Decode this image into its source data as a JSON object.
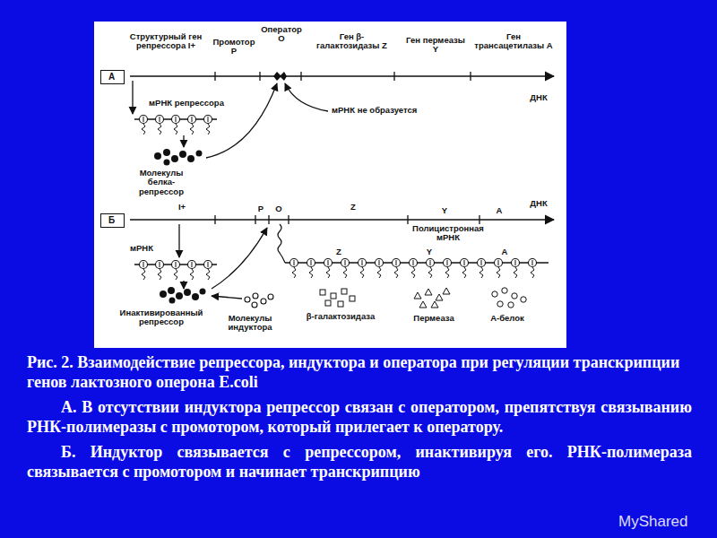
{
  "diagram": {
    "caption": "Рис. 2. Взаимодействие репрессора, индуктора и оператора при регуляции транскрипции генов лактозного оперона E.coli",
    "nodes": [
      {
        "text": [
          "А"
        ]
      },
      {
        "text": [
          "Б"
        ]
      }
    ],
    "labels": [
      "Структурный ген репрессора I+",
      "Промотор P",
      "Оператор O",
      "Ген β-галактозидазы Z",
      "Ген пермеазы Y",
      "Ген трансацетилазы A",
      "ДНК",
      "мРНК репрессора",
      "Молекулы белка-репрессор",
      "мРНК не образуется",
      "I+",
      "P",
      "O",
      "Z",
      "Y",
      "A",
      "ДНК",
      "Полицистронная мРНК",
      "мРНК",
      "Z",
      "Y",
      "A",
      "Инактивированный репрессор",
      "Молекулы индуктора",
      "β-галактозидаза",
      "Пермеаза",
      "А-белок",
      "А. В отсутствии индуктора репрессор связан с оператором, препятствуя связыванию РНК-полимеразы с промотором, который прилегает к оператору.",
      "Б. Индуктор связывается с репрессором, инактивируя его. РНК-полимераза связывается с промотором и начинает транскрипцию",
      "MyShared"
    ]
  }
}
